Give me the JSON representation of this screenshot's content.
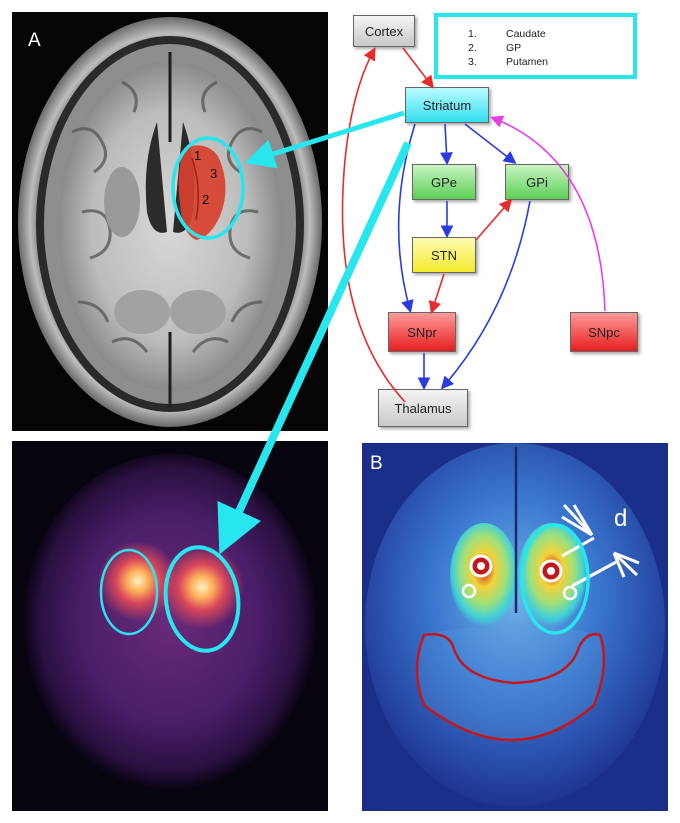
{
  "panels": {
    "a_label": "A",
    "b_label": "B"
  },
  "mri": {
    "numbers": [
      "1",
      "3",
      "2"
    ]
  },
  "legend": {
    "items": [
      {
        "num": "1.",
        "text": "Caudate"
      },
      {
        "num": "2.",
        "text": "GP"
      },
      {
        "num": "3.",
        "text": "Putamen"
      }
    ]
  },
  "nodes": {
    "cortex": "Cortex",
    "striatum": "Striatum",
    "gpe": "GPe",
    "gpi": "GPi",
    "stn": "STN",
    "snpr": "SNpr",
    "snpc": "SNpc",
    "thalamus": "Thalamus"
  },
  "panel_b": {
    "d_label": "d"
  },
  "colors": {
    "cyan_annotation": "#28e6ee",
    "excitatory_arrow": "#e52b2b",
    "inhibitory_arrow": "#2b3be0",
    "dopamine_arrow": "#e83ee8",
    "roi_outline": "#c4171d"
  }
}
